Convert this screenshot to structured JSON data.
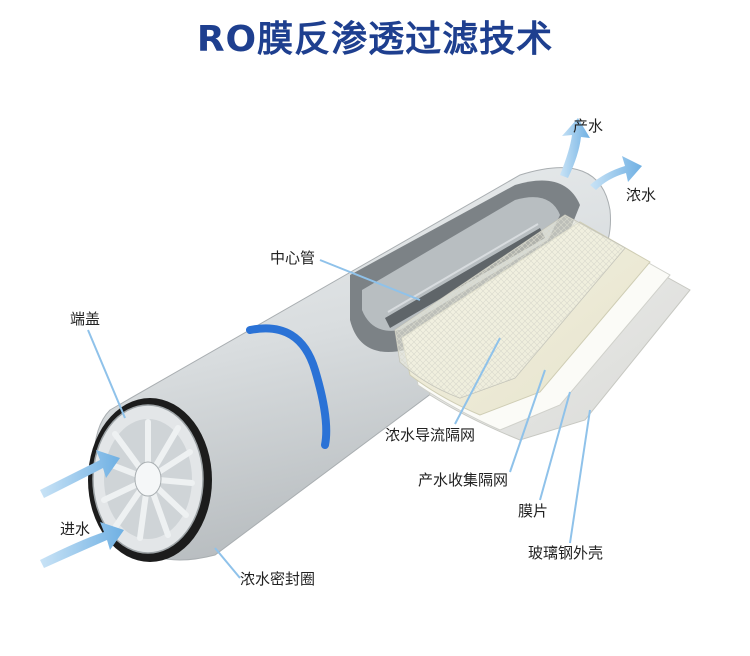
{
  "title": "RO膜反渗透过滤技术",
  "labels": {
    "product_water_out": "产水",
    "concentrate_out": "浓水",
    "center_tube": "中心管",
    "end_cap": "端盖",
    "feed_water_in": "进水",
    "concentrate_spacer": "浓水导流隔网",
    "permeate_spacer": "产水收集隔网",
    "membrane": "膜片",
    "fiberglass_shell": "玻璃钢外壳",
    "brine_seal": "浓水密封圈"
  },
  "colors": {
    "title": "#1e3f8f",
    "arrow": "#7ab8e6",
    "band": "#2a72d6",
    "leader": "#8fc2ea"
  }
}
